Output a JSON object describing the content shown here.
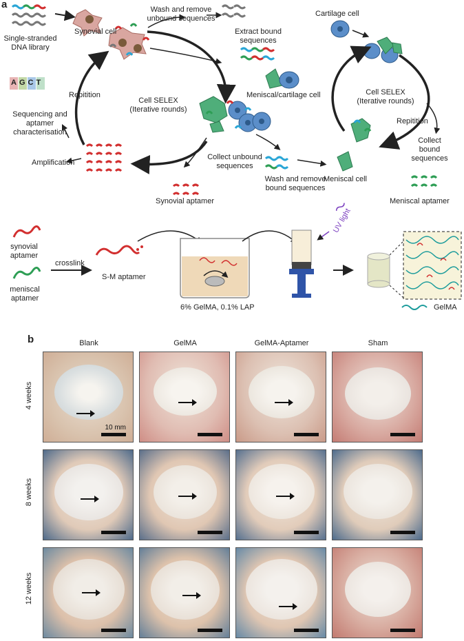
{
  "panel_a": {
    "letter": "a",
    "labels": {
      "ssdna_library": [
        "Single-stranded",
        "DNA library"
      ],
      "synovial_cell": "Synovial cell",
      "wash_remove_unbound": [
        "Wash and remove",
        "unbound sequences"
      ],
      "extract_bound": [
        "Extract bound",
        "sequences"
      ],
      "cartilage_cell": "Cartilage cell",
      "meniscal_cartilage_cell": "Meniscal/cartilage cell",
      "repitition_left": "Repitition",
      "cell_selex_left": [
        "Cell SELEX",
        "(Iterative rounds)"
      ],
      "cell_selex_right": [
        "Cell SELEX",
        "(Iterative rounds)"
      ],
      "sequencing": [
        "Sequencing and",
        "aptamer",
        "characterisation"
      ],
      "agct": [
        "A",
        "G",
        "C",
        "T"
      ],
      "amplification": "Amplification",
      "collect_unbound": [
        "Collect unbound",
        "sequences"
      ],
      "wash_remove_bound": [
        "Wash and remove",
        "bound sequences"
      ],
      "meniscal_cell": "Meniscal cell",
      "repitition_right": "Repitition",
      "collect_bound": [
        "Collect",
        "bound",
        "sequences"
      ],
      "synovial_aptamer": "Synovial aptamer",
      "meniscal_aptamer": "Meniscal aptamer",
      "synovial_aptamer_lower": [
        "synovial",
        "aptamer"
      ],
      "meniscal_aptamer_lower": [
        "meniscal",
        "aptamer"
      ],
      "crosslink": "crosslink",
      "sm_aptamer": "S-M aptamer",
      "gelma_lap": "6% GelMA, 0.1% LAP",
      "uv_light": "UV light",
      "gelma_legend": "GelMA"
    }
  },
  "panel_b": {
    "letter": "b",
    "columns": [
      "Blank",
      "GelMA",
      "GelMA-Aptamer",
      "Sham"
    ],
    "rows": [
      "4 weeks",
      "8 weeks",
      "12 weeks"
    ],
    "scale_bar_label": "10 mm"
  },
  "colors": {
    "red": "#d22f2f",
    "green": "#2e9e55",
    "blue": "#2aa6d6",
    "gray": "#777777",
    "cell_pink": "#d9a6a0",
    "cell_blue": "#5b8ec9",
    "cell_green": "#4fae7a"
  }
}
